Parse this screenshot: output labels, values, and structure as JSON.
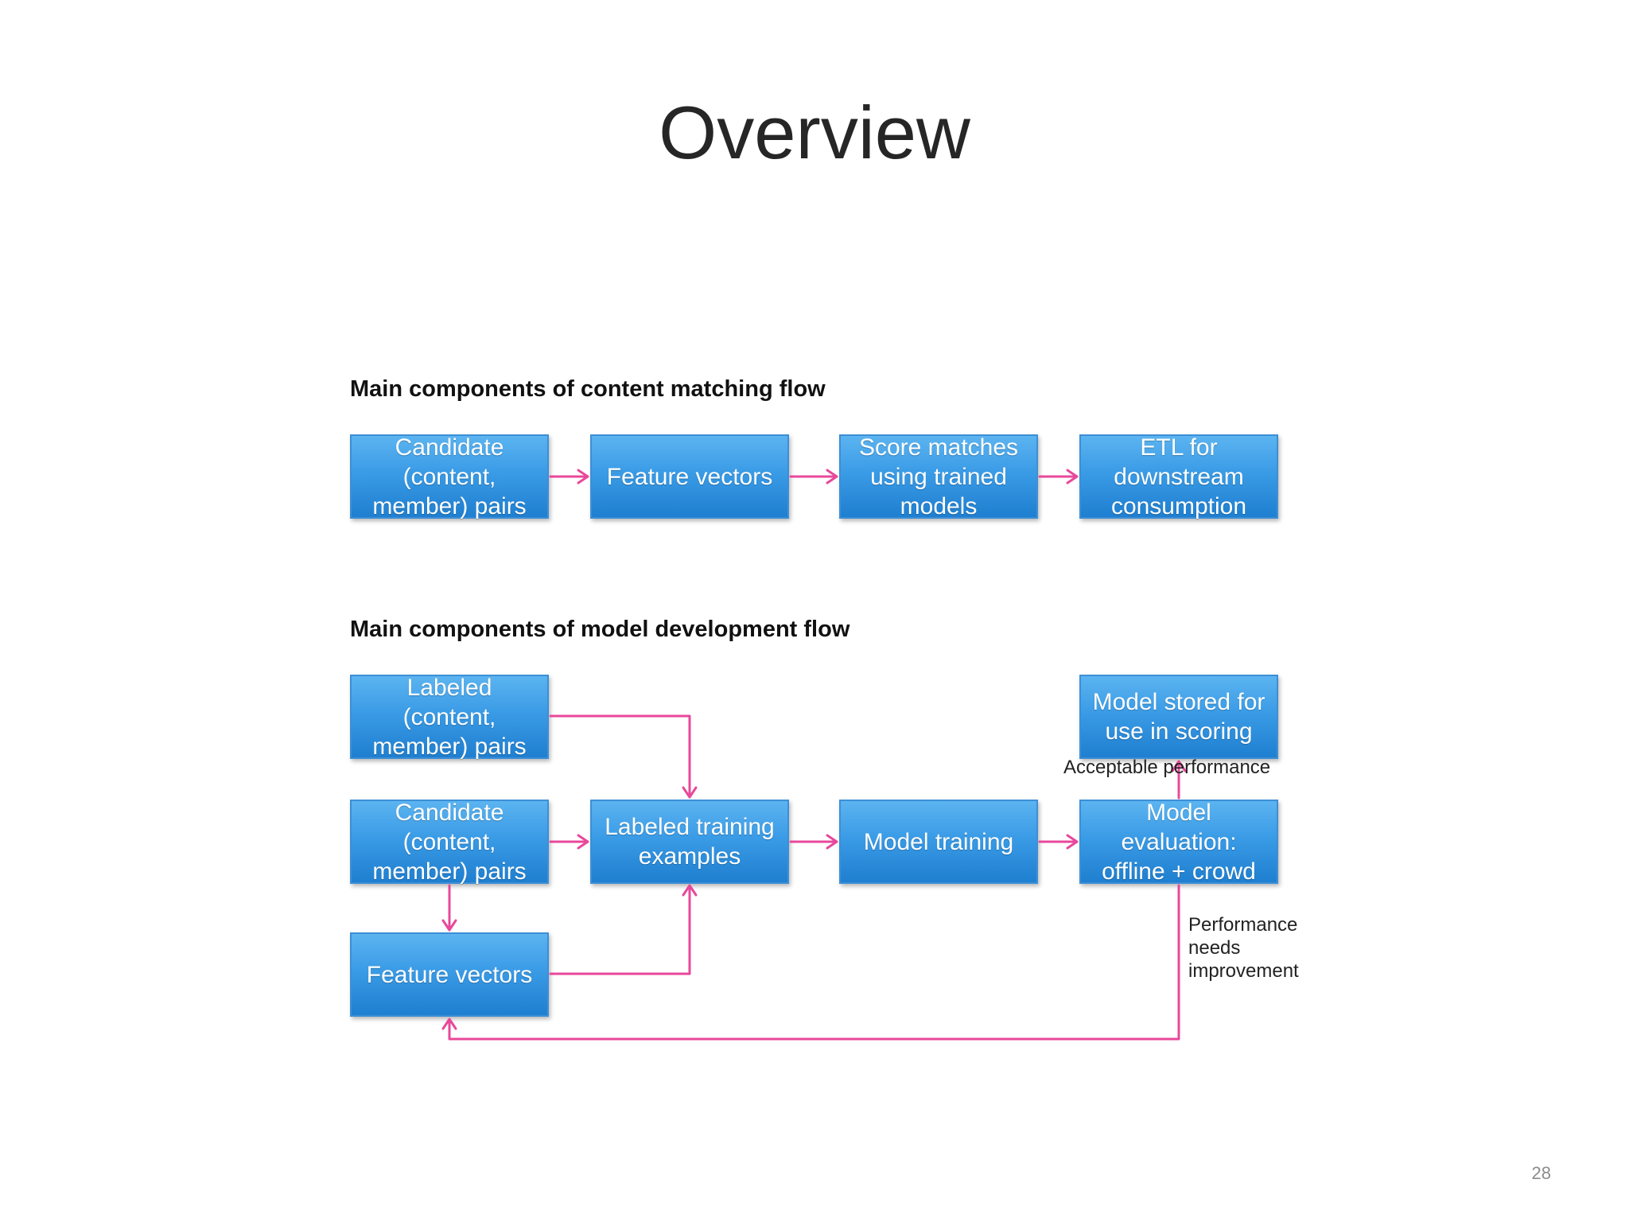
{
  "slide": {
    "title": "Overview",
    "page_number": "28"
  },
  "content_flow": {
    "heading": "Main components of content matching flow",
    "boxes": [
      "Candidate (content, member) pairs",
      "Feature vectors",
      "Score matches using trained models",
      "ETL for downstream consumption"
    ]
  },
  "model_flow": {
    "heading": "Main components of model development flow",
    "labeled_pairs": "Labeled (content, member) pairs",
    "candidate_pairs": "Candidate (content, member) pairs",
    "feature_vectors": "Feature vectors",
    "labeled_training_examples": "Labeled training examples",
    "model_training": "Model training",
    "model_evaluation": "Model evaluation: offline + crowd",
    "model_stored": "Model stored for use in scoring",
    "acceptable_label": "Acceptable performance",
    "improvement_label": "Performance needs improvement"
  },
  "colors": {
    "box_fill": "#3a9be6",
    "arrow": "#e8489b"
  }
}
